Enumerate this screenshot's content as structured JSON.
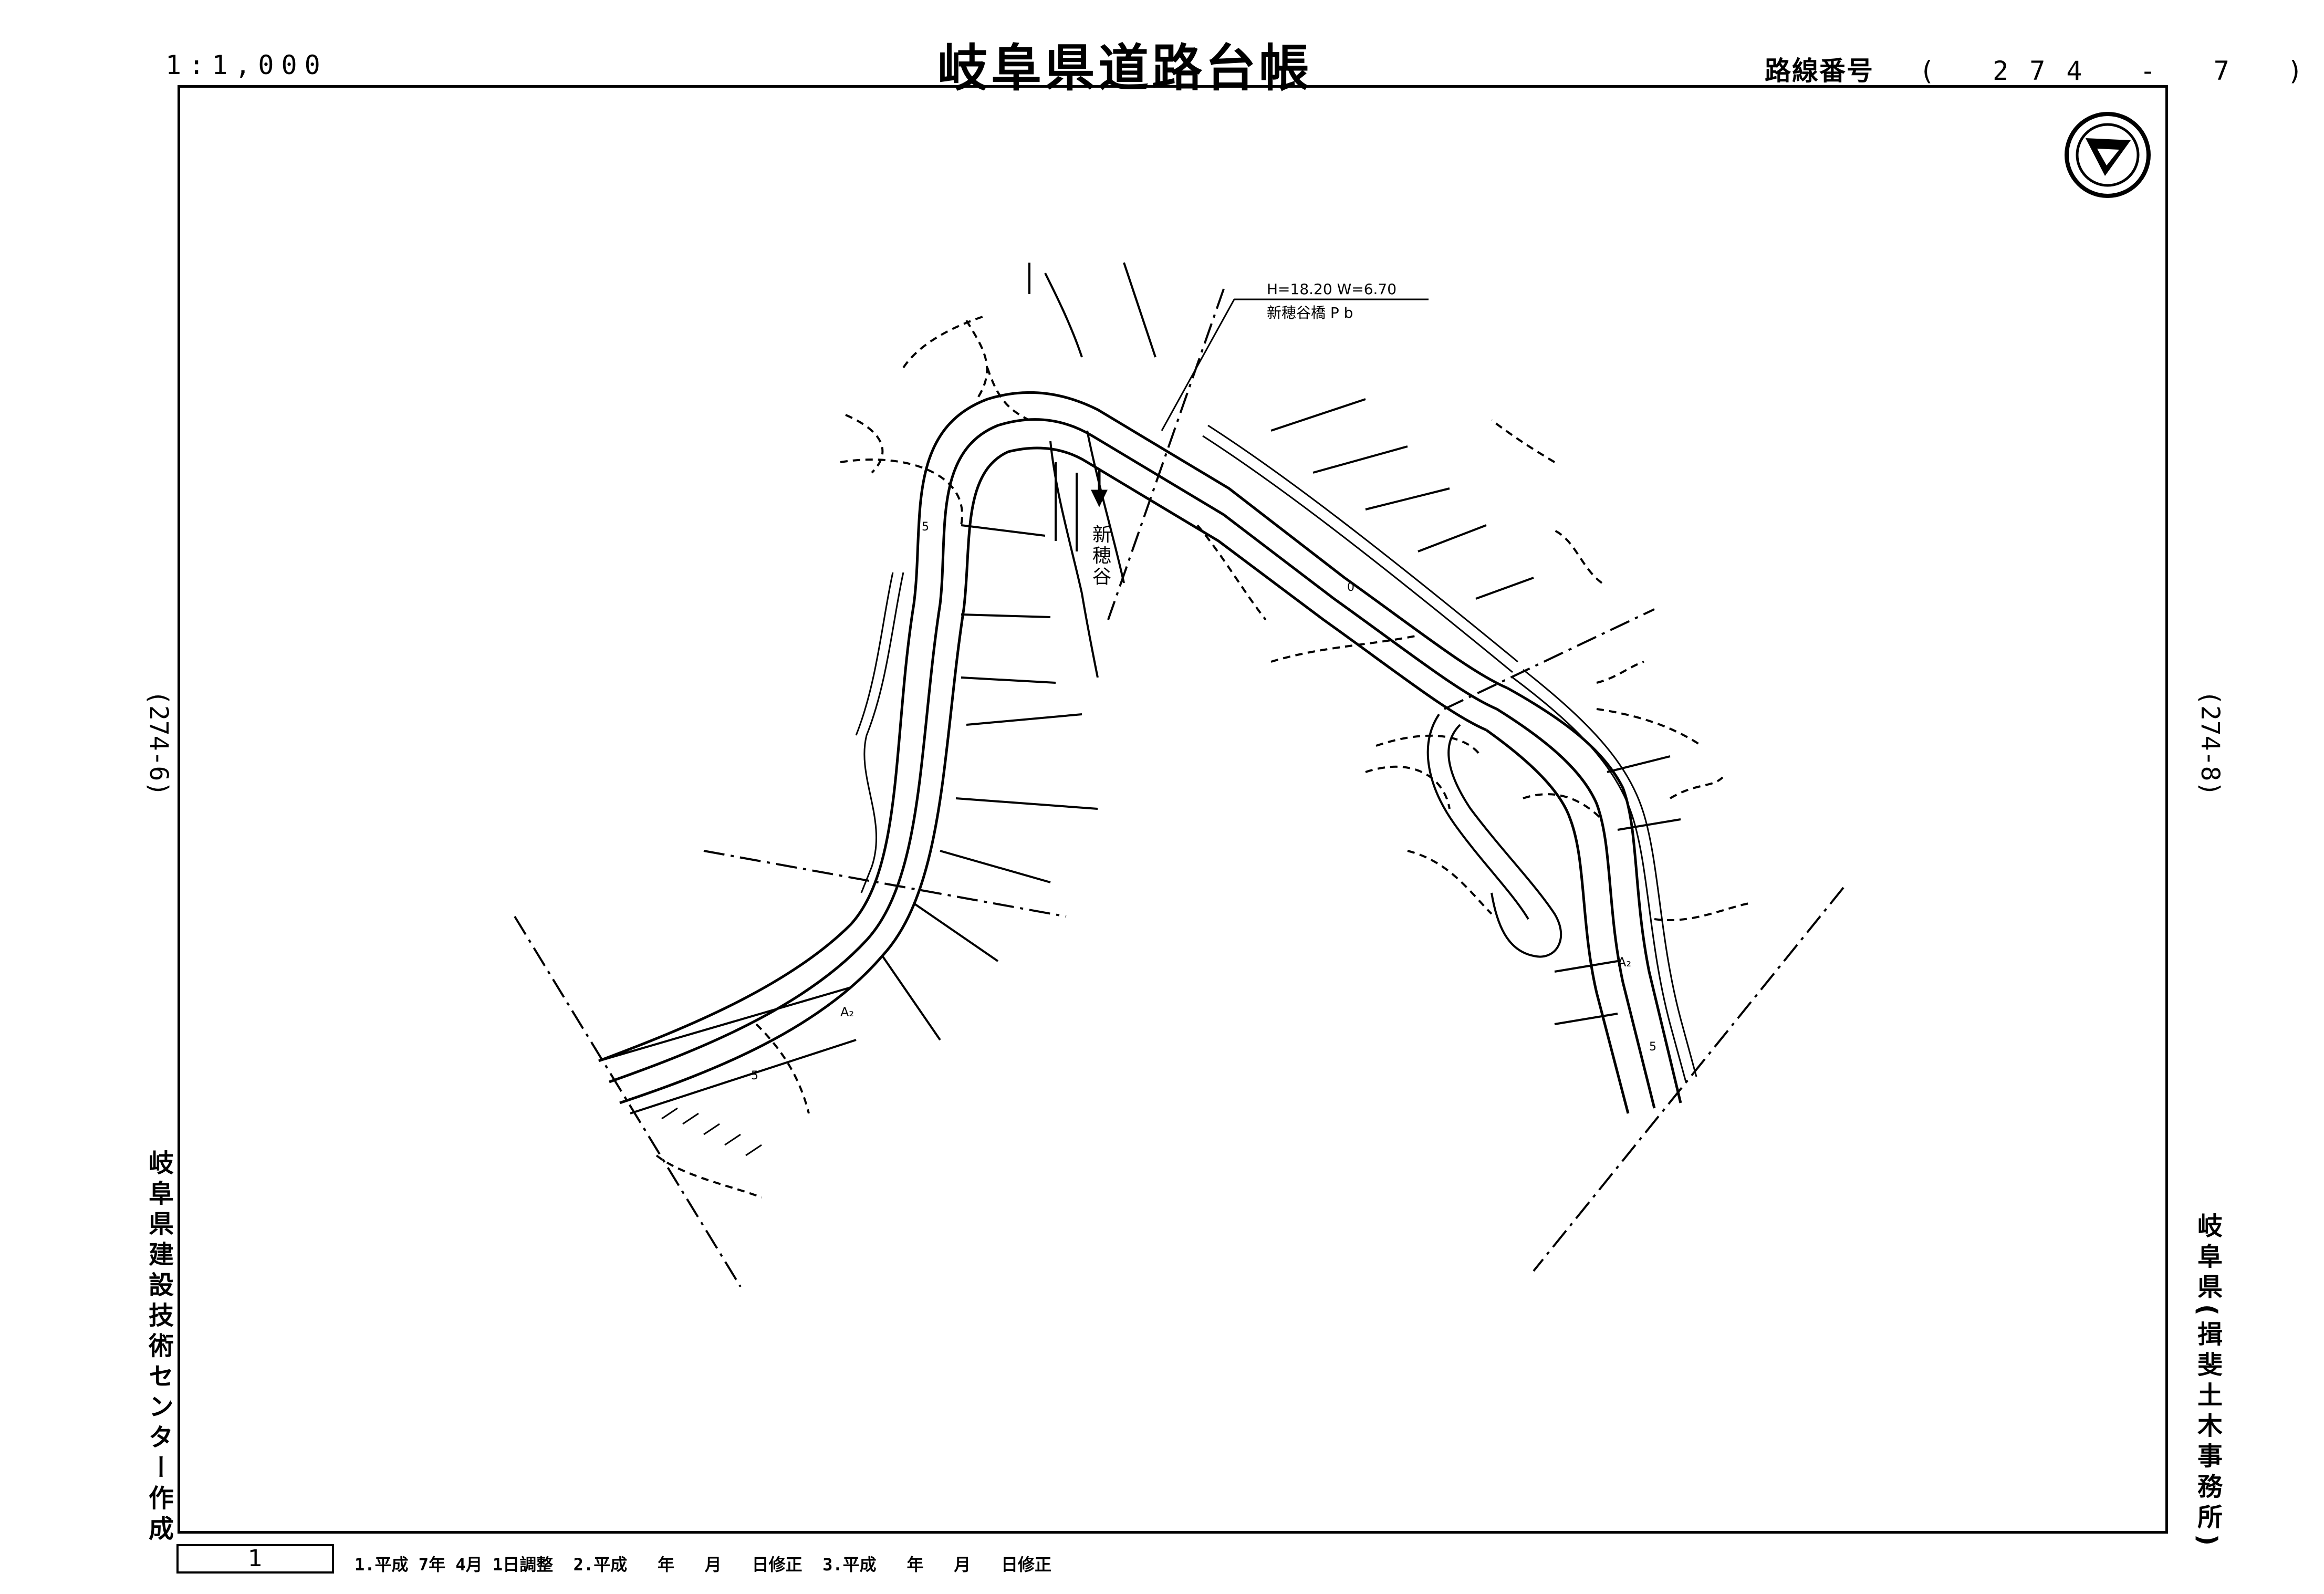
{
  "header": {
    "scale": "1:1,000",
    "title": "岐阜県道路台帳",
    "route_label": "路線番号",
    "route_number": "( 274 - 7 )"
  },
  "adjacent_sheets": {
    "left": "(274-6)",
    "right": "(274-8)"
  },
  "side_notes": {
    "maker": "岐阜県建設技術センター作成",
    "office": "岐阜県(揖斐土木事務所)"
  },
  "footer": {
    "page": "1",
    "history": "1.平成 7年 4月 1日調整  2.平成   年   月   日修正  3.平成   年   月   日修正"
  },
  "map_labels": {
    "bridge_dims": "H=18.20 W=6.70",
    "bridge_name": "新穂谷橋  P b",
    "river_name": "新穂谷",
    "section_codes": [
      "5",
      "0",
      "5",
      "5"
    ],
    "road_mark": "A₂"
  },
  "icons": {
    "north_arrow": "compass-north-icon"
  }
}
